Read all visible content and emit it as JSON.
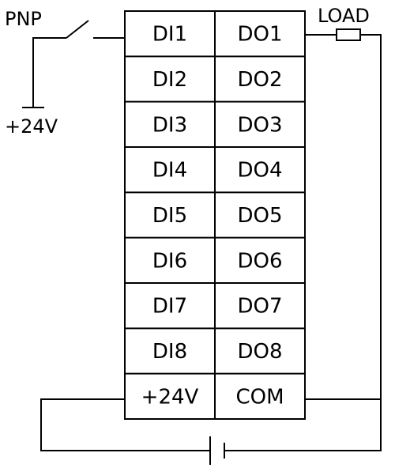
{
  "labels": {
    "switch_type": "PNP",
    "supply": "+24V",
    "load": "LOAD"
  },
  "terminal_rows": [
    {
      "input": "DI1",
      "output": "DO1"
    },
    {
      "input": "DI2",
      "output": "DO2"
    },
    {
      "input": "DI3",
      "output": "DO3"
    },
    {
      "input": "DI4",
      "output": "DO4"
    },
    {
      "input": "DI5",
      "output": "DO5"
    },
    {
      "input": "DI6",
      "output": "DO6"
    },
    {
      "input": "DI7",
      "output": "DO7"
    },
    {
      "input": "DI8",
      "output": "DO8"
    },
    {
      "input": "+24V",
      "output": "COM"
    }
  ]
}
